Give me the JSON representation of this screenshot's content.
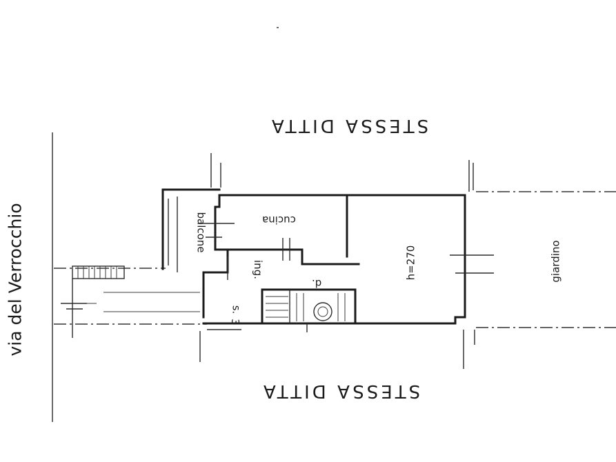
{
  "plan": {
    "street_label": "via del Verrocchio",
    "neighbor_top": "STESSA DITTA",
    "neighbor_bottom": "STESSA DITTA",
    "rooms": {
      "balcony": "balcone",
      "kitchen": "cucina",
      "entrance": "ing.",
      "ceiling_height": "h=270",
      "garden": "giardino",
      "stair_up": "s.",
      "stair_down": "d.",
      "stair_3": "3"
    }
  }
}
